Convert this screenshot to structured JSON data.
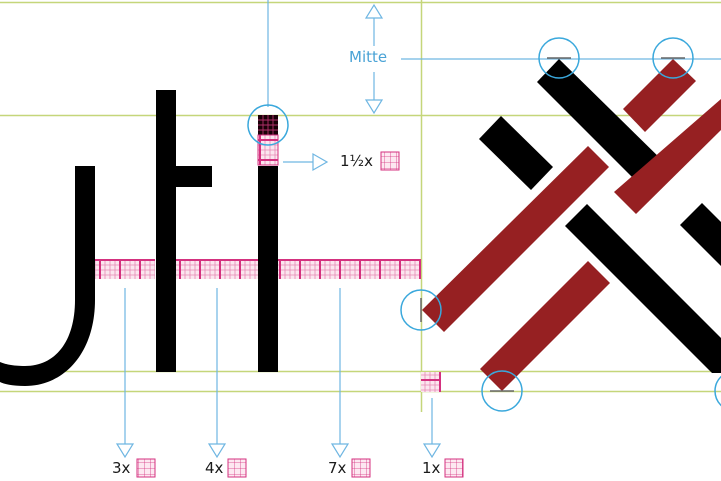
{
  "title": "Typographic construction diagram",
  "labels": {
    "mitte": "Mitte",
    "one_half": "1½x",
    "three": "3x",
    "four": "4x",
    "seven": "7x",
    "one": "1x"
  },
  "colors": {
    "guide_line": "#c5d67a",
    "dimension_line": "#6fb6e2",
    "circle_marker": "#3aa8dc",
    "grid_unit": "#d4317f",
    "grid_unit_fill": "#fbe3ee",
    "glyph": "#000000",
    "accent_bar": "#962022"
  },
  "measurements": [
    {
      "name": "stem-offset",
      "units": 1.5,
      "label_key": "one_half"
    },
    {
      "name": "gap-u-t",
      "units": 3,
      "label_key": "three"
    },
    {
      "name": "gap-t-i",
      "units": 4,
      "label_key": "four"
    },
    {
      "name": "gap-i-next",
      "units": 7,
      "label_key": "seven"
    },
    {
      "name": "overshoot",
      "units": 1,
      "label_key": "one"
    }
  ]
}
